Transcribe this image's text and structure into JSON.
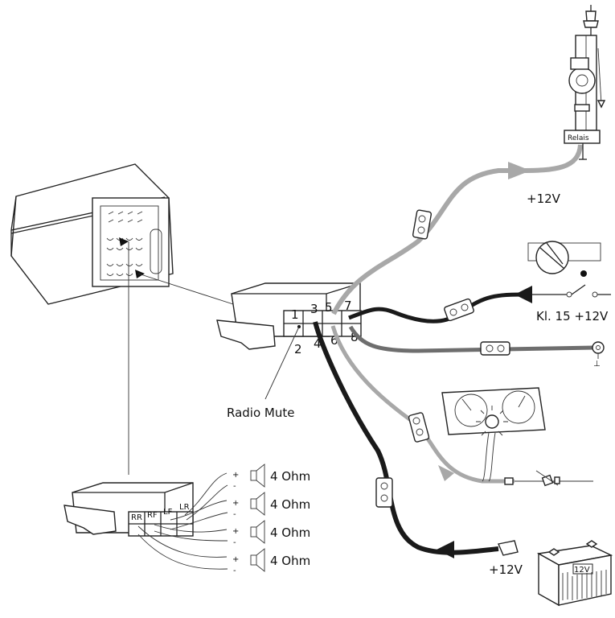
{
  "pins": {
    "p1": "1",
    "p2": "2",
    "p3": "3",
    "p4": "4",
    "p5": "5",
    "p6": "6",
    "p7": "7",
    "p8": "8"
  },
  "labels": {
    "radio_mute": "Radio Mute",
    "antenna_power": "+12V",
    "ignition": "Kl. 15 +12V",
    "battery_power": "+12V",
    "relais": "Relais",
    "battery": "12V",
    "ground": "⊥"
  },
  "speaker_connector": {
    "channels": [
      "RR",
      "RF",
      "LF",
      "LR"
    ]
  },
  "speakers": [
    {
      "plus": "+",
      "minus": "-",
      "impedance": "4 Ohm"
    },
    {
      "plus": "+",
      "minus": "-",
      "impedance": "4 Ohm"
    },
    {
      "plus": "+",
      "minus": "-",
      "impedance": "4 Ohm"
    },
    {
      "plus": "+",
      "minus": "-",
      "impedance": "4 Ohm"
    }
  ],
  "colors": {
    "grey_wire": "#a8a8a8",
    "dark_grey_wire": "#6e6e6e",
    "black_wire": "#1a1a1a",
    "line": "#222222"
  }
}
